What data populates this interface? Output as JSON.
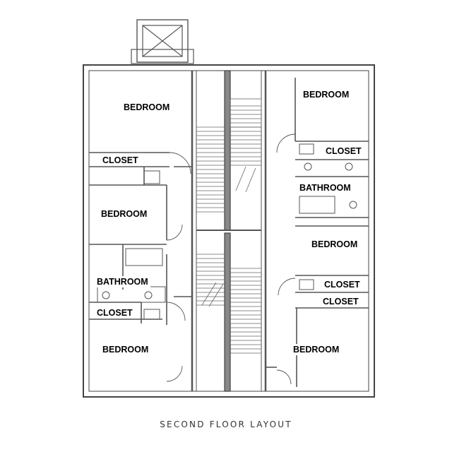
{
  "rooms": {
    "bedroom_1": "BEDROOM",
    "closet_1": "CLOSET",
    "bedroom_2": "BEDROOM",
    "bathroom_1": "BATHROOM",
    "closet_2": "CLOSET",
    "bedroom_3": "BEDROOM",
    "bedroom_4": "BEDROOM",
    "closet_3": "CLOSET",
    "bathroom_2": "BATHROOM",
    "bedroom_5": "BEDROOM",
    "closet_4": "CLOSET",
    "closet_5": "CLOSET",
    "bedroom_6": "BEDROOM"
  },
  "caption": "SECOND FLOOR LAYOUT"
}
